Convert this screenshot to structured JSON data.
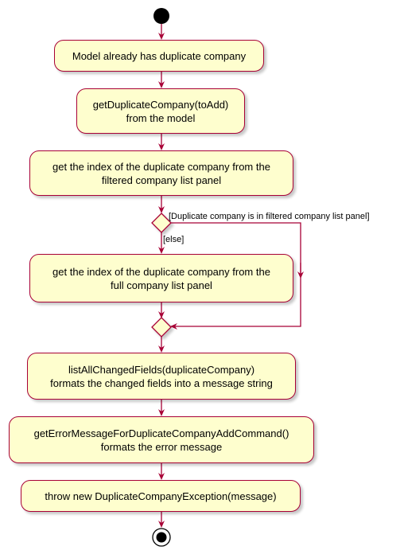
{
  "activities": {
    "a1": {
      "line1": "Model already has duplicate company"
    },
    "a2": {
      "line1": "getDuplicateCompany(toAdd)",
      "line2": "from the model"
    },
    "a3": {
      "line1": "get the index of the duplicate company from the",
      "line2": "filtered company list panel"
    },
    "a4": {
      "line1": "get the index of the duplicate company from the",
      "line2": "full company list panel"
    },
    "a5": {
      "line1": "listAllChangedFields(duplicateCompany)",
      "line2": "formats the changed fields into a message string"
    },
    "a6": {
      "line1": "getErrorMessageForDuplicateCompanyAddCommand()",
      "line2": "formats the error message"
    },
    "a7": {
      "line1": "throw new DuplicateCompanyException(message)"
    }
  },
  "guards": {
    "then_branch": "[Duplicate company is in filtered company list panel]",
    "else_branch": "[else]"
  },
  "colors": {
    "activity_fill": "#FEFECE",
    "border": "#A80036",
    "start_node": "#000000"
  }
}
